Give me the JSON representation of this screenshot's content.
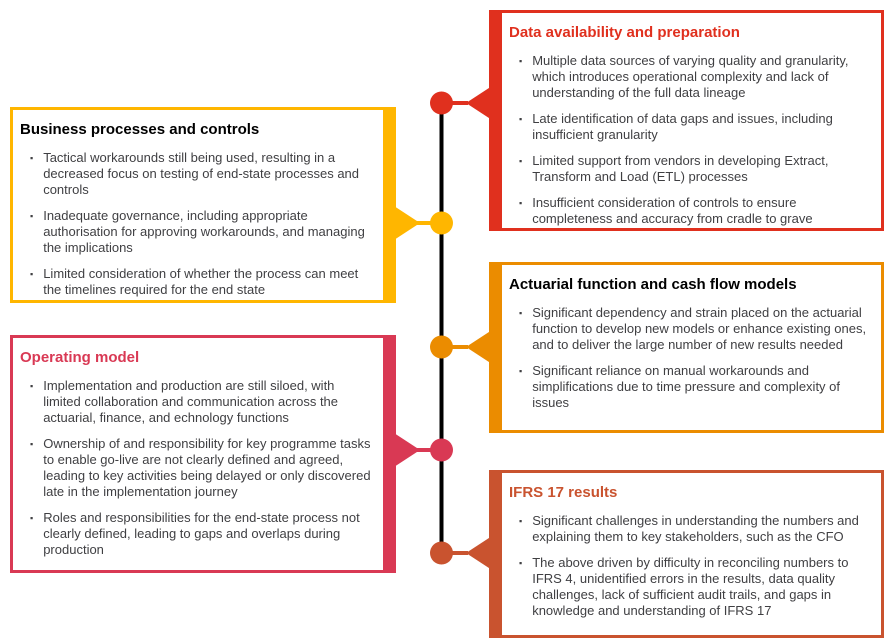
{
  "ui": {
    "bullet_char": "▪"
  },
  "timeline": {
    "line_color": "#000000"
  },
  "boxes": [
    {
      "id": "data-availability-and-preparation",
      "side": "right",
      "title": "Data availability and preparation",
      "title_color": "#E0301E",
      "accent_color": "#E0301E",
      "bullets": [
        "Multiple data sources of varying quality and granularity, which introduces operational complexity and lack of understanding of the full data lineage",
        "Late identification of data gaps and issues, including insufficient granularity",
        "Limited support from vendors in developing Extract, Transform and Load (ETL) processes",
        "Insufficient consideration of controls to ensure completeness and accuracy from cradle to grave"
      ]
    },
    {
      "id": "business-processes-and-controls",
      "side": "left",
      "title": "Business processes and controls",
      "title_color": "#000000",
      "accent_color": "#FFB600",
      "bullets": [
        "Tactical workarounds still being used, resulting in a decreased focus on testing of end-state processes and controls",
        "Inadequate governance, including appropriate authorisation for approving workarounds, and managing the implications",
        "Limited consideration of whether the process can meet the timelines required for the end state"
      ]
    },
    {
      "id": "actuarial-function-and-cash-flow-models",
      "side": "right",
      "title": "Actuarial function and cash flow models",
      "title_color": "#000000",
      "accent_color": "#EB8C00",
      "bullets": [
        "Significant dependency and strain placed on the actuarial function to develop new models or enhance existing ones, and to deliver the large number of new results needed",
        "Significant reliance on manual workarounds and simplifications due to time pressure and complexity of issues"
      ]
    },
    {
      "id": "operating-model",
      "side": "left",
      "title": "Operating model",
      "title_color": "#D93954",
      "accent_color": "#D93954",
      "bullets": [
        "Implementation and production are still siloed, with limited collaboration and communication across the actuarial, finance, and echnology functions",
        "Ownership of and responsibility for key programme tasks to enable go-live are not clearly defined and agreed, leading to key activities being delayed or only discovered late in the implementation journey",
        "Roles and responsibilities for the end-state process not clearly defined, leading to gaps and overlaps during production"
      ]
    },
    {
      "id": "ifrs-17-results",
      "side": "right",
      "title": "IFRS 17 results",
      "title_color": "#C9532F",
      "accent_color": "#C9532F",
      "bullets": [
        "Significant challenges in understanding the numbers and explaining them to key stakeholders, such as the CFO",
        "The above driven by difficulty in reconciling numbers to IFRS 4, unidentified errors in the results, data quality challenges, lack of sufficient audit trails, and gaps in knowledge and understanding of IFRS 17"
      ]
    }
  ]
}
